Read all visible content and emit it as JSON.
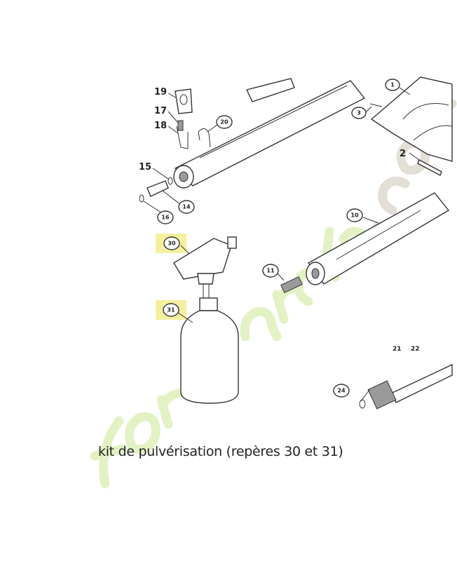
{
  "diagram": {
    "caption": "kit de pulvérisation (repères 30 et 31)",
    "watermark": "foretjardin.com",
    "highlight_color": "#f5f0a0",
    "labels": {
      "p1": "1",
      "p2": "2",
      "p3": "3",
      "p10": "10",
      "p11": "11",
      "p14": "14",
      "p15": "15",
      "p16": "16",
      "p17": "17",
      "p18": "18",
      "p19": "19",
      "p20": "20",
      "p21": "21",
      "p22": "22",
      "p24": "24",
      "p30": "30",
      "p31": "31"
    }
  }
}
